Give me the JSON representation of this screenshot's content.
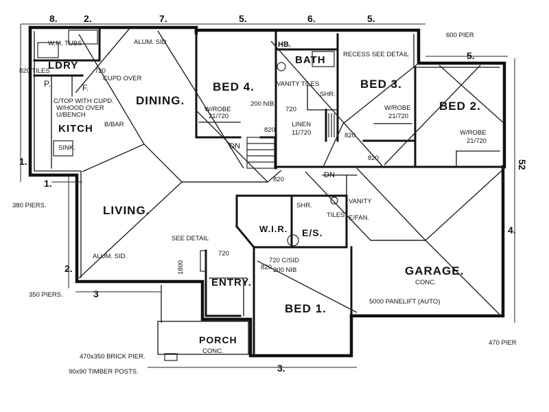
{
  "rooms": {
    "bed4": "BED 4.",
    "bath": "BATH",
    "bed3": "BED 3.",
    "bed2": "BED 2.",
    "dining": "DINING.",
    "living": "LIVING.",
    "kitch": "KITCH",
    "ldry": "LDRY",
    "garage": "GARAGE.",
    "bed1": "BED 1.",
    "entry": "ENTRY.",
    "porch": "PORCH",
    "wir": "W.I.R.",
    "es": "E/S.",
    "hb": "HB."
  },
  "notes": {
    "alum_sd_top": "ALUM. SID",
    "wm_tubs": "W.M. TUBS",
    "ldry_tiles": "820 TILES",
    "ldry_720": "720",
    "cupd_over": "CUPD OVER",
    "p": "P.",
    "f": "F.",
    "chop_with": "C/TOP WITH CUPD.",
    "w_hood": "W/HOOD OVER",
    "ubench": "U/BENCH",
    "bbar": "B/BAR",
    "sink": "SINK.",
    "wrobe_bed4": "W/ROBE",
    "wrobe_bed4_size": "21/720",
    "nib_200": "200 NIB",
    "n720_bath": "720",
    "vanity_tiles": "VANITY TILES",
    "shr_bath": "SHR.",
    "recess": "RECESS SEE DETAIL",
    "linen": "LINEN",
    "linen_size": "11/720",
    "n820_linen": "820",
    "n820_bed4": "820",
    "n820_bed3": "820",
    "n820_bed3b": "820",
    "wrobe_bed3": "W/ROBE",
    "wrobe_bed3_size": "21/720",
    "wrobe_bed2": "W/ROBE",
    "wrobe_bed2_size": "21/720",
    "dn_left": "DN",
    "dn_right": "DN",
    "n820_hall": "820",
    "shr_es": "SHR.",
    "vanity_es": "VANITY",
    "tiles_es": "TILES",
    "exfan": "E/FAN.",
    "see_detail": "SEE DETAIL",
    "n720_entry": "720",
    "n1800": "1800",
    "alum_sd_left": "ALUM. SID.",
    "n720_csid": "720 C/SID",
    "n200_nib_b": "200 NIB",
    "n820_wir": "820",
    "panelift": "5000 PANELIFT (AUTO)",
    "conc_garage": "CONC.",
    "conc_porch": "CONC.",
    "piers_600": "600 PIER",
    "piers_470": "470 PIER",
    "piers_350": "350 PIERS.",
    "piers_380": "380 PIERS.",
    "brick_pier": "470x350 BRICK PIER.",
    "timber_posts": "90x90 TIMBER POSTS."
  },
  "dims": {
    "d8": "8.",
    "d2_top": "2.",
    "d7": "7.",
    "d5a": "5.",
    "d6": "6.",
    "d5b": "5.",
    "d5c": "5.",
    "d52": "52",
    "d1a": "1.",
    "d1b": "1.",
    "d2": "2.",
    "d3a": "3",
    "d4": "4.",
    "d3b": "3."
  }
}
